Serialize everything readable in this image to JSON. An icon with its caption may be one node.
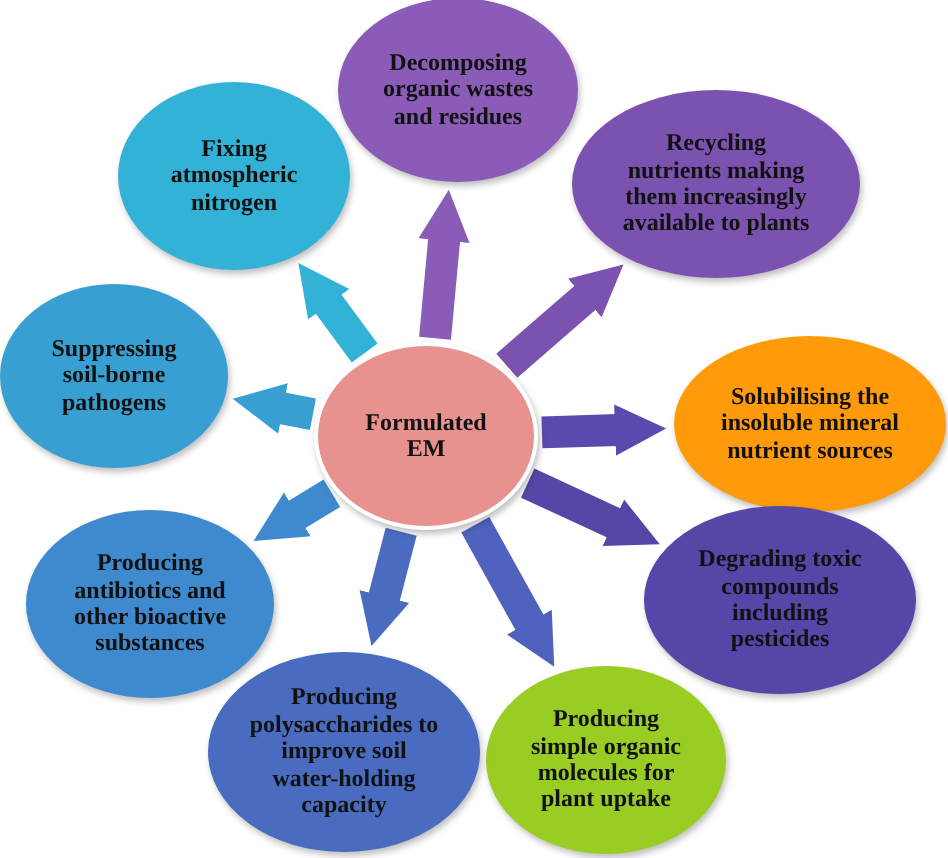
{
  "diagram": {
    "nodes": [
      {
        "text": [
          "Formulated EM"
        ]
      },
      {
        "text": [
          "Decomposing organic wastes and residues"
        ]
      },
      {
        "text": [
          "Recycling nutrients making them increasingly available to plants"
        ]
      },
      {
        "text": [
          "Solubilising the insoluble mineral nutrient sources"
        ]
      },
      {
        "text": [
          "Degrading toxic compounds including pesticides"
        ]
      },
      {
        "text": [
          "Producing simple organic molecules for plant uptake"
        ]
      },
      {
        "text": [
          "Producing polysaccharides to improve soil water-holding capacity"
        ]
      },
      {
        "text": [
          "Producing antibiotics and other bioactive substances"
        ]
      },
      {
        "text": [
          "Suppressing soil-borne pathogens"
        ]
      },
      {
        "text": [
          "Fixing atmospheric nitrogen"
        ]
      }
    ],
    "edges": [
      {
        "from": 0,
        "to": 1,
        "arrow": "to",
        "color": "#8a5cb8"
      },
      {
        "from": 0,
        "to": 2,
        "arrow": "to",
        "color": "#7b52b0"
      },
      {
        "from": 0,
        "to": 3,
        "arrow": "to",
        "color": "#5a4aae"
      },
      {
        "from": 0,
        "to": 4,
        "arrow": "to",
        "color": "#5646a8"
      },
      {
        "from": 0,
        "to": 5,
        "arrow": "to",
        "color": "#4f62bd"
      },
      {
        "from": 0,
        "to": 6,
        "arrow": "to",
        "color": "#4a6cc0"
      },
      {
        "from": 0,
        "to": 7,
        "arrow": "to",
        "color": "#3f89cf"
      },
      {
        "from": 0,
        "to": 8,
        "arrow": "to",
        "color": "#389fd2"
      },
      {
        "from": 0,
        "to": 9,
        "arrow": "to",
        "color": "#32b2d6"
      }
    ]
  }
}
